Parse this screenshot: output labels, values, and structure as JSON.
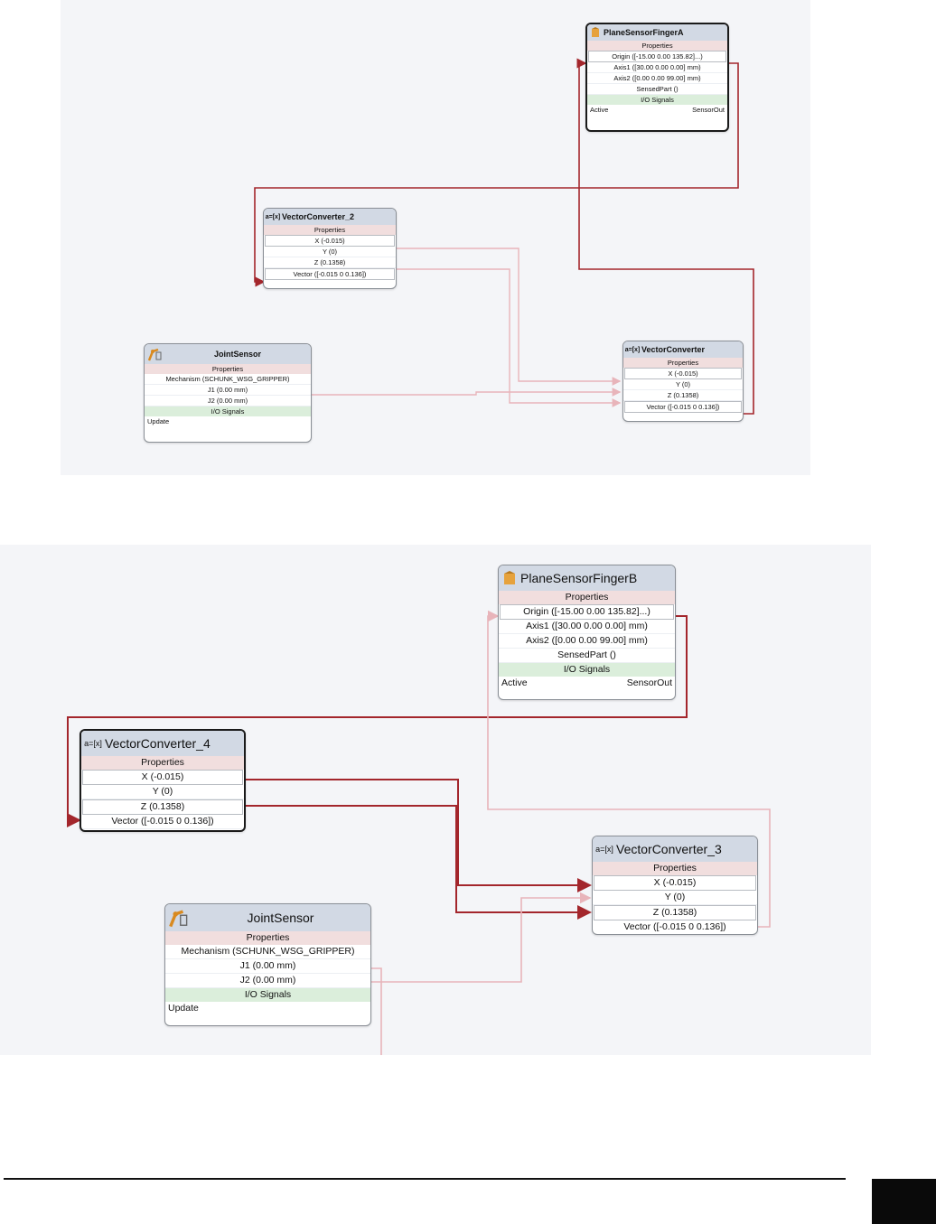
{
  "top_diagram": {
    "plane_sensor": {
      "title": "PlaneSensorFingerA",
      "properties_label": "Properties",
      "origin": "Origin ([-15.00 0.00 135.82]...)",
      "axis1": "Axis1 ([30.00 0.00 0.00] mm)",
      "axis2": "Axis2 ([0.00 0.00 99.00] mm)",
      "sensed_part": "SensedPart ()",
      "io_label": "I/O Signals",
      "io_left": "Active",
      "io_right": "SensorOut"
    },
    "vector_converter_2": {
      "title": "VectorConverter_2",
      "properties_label": "Properties",
      "x": "X (-0.015)",
      "y": "Y (0)",
      "z": "Z (0.1358)",
      "vector": "Vector ([-0.015 0 0.136])"
    },
    "joint_sensor": {
      "title": "JointSensor",
      "properties_label": "Properties",
      "mechanism": "Mechanism (SCHUNK_WSG_GRIPPER)",
      "j1": "J1 (0.00 mm)",
      "j2": "J2 (0.00 mm)",
      "io_label": "I/O Signals",
      "io_left": "Update"
    },
    "vector_converter": {
      "title": "VectorConverter",
      "properties_label": "Properties",
      "x": "X (-0.015)",
      "y": "Y (0)",
      "z": "Z (0.1358)",
      "vector": "Vector ([-0.015 0 0.136])"
    }
  },
  "bottom_diagram": {
    "plane_sensor": {
      "title": "PlaneSensorFingerB",
      "properties_label": "Properties",
      "origin": "Origin ([-15.00 0.00 135.82]...)",
      "axis1": "Axis1 ([30.00 0.00 0.00] mm)",
      "axis2": "Axis2 ([0.00 0.00 99.00] mm)",
      "sensed_part": "SensedPart ()",
      "io_label": "I/O Signals",
      "io_left": "Active",
      "io_right": "SensorOut"
    },
    "vector_converter_4": {
      "title": "VectorConverter_4",
      "properties_label": "Properties",
      "x": "X (-0.015)",
      "y": "Y (0)",
      "z": "Z (0.1358)",
      "vector": "Vector ([-0.015 0 0.136])"
    },
    "vector_converter_3": {
      "title": "VectorConverter_3",
      "properties_label": "Properties",
      "x": "X (-0.015)",
      "y": "Y (0)",
      "z": "Z (0.1358)",
      "vector": "Vector ([-0.015 0 0.136])"
    },
    "joint_sensor": {
      "title": "JointSensor",
      "properties_label": "Properties",
      "mechanism": "Mechanism (SCHUNK_WSG_GRIPPER)",
      "j1": "J1 (0.00 mm)",
      "j2": "J2 (0.00 mm)",
      "io_label": "I/O Signals",
      "io_left": "Update"
    }
  },
  "colors": {
    "wire_dark": "#a3262c",
    "wire_light": "#e8b4ba",
    "header_bg": "#d2d9e4",
    "properties_bg": "#f1dede",
    "io_bg": "#dbeedb",
    "canvas_bg": "#f4f5f8"
  }
}
